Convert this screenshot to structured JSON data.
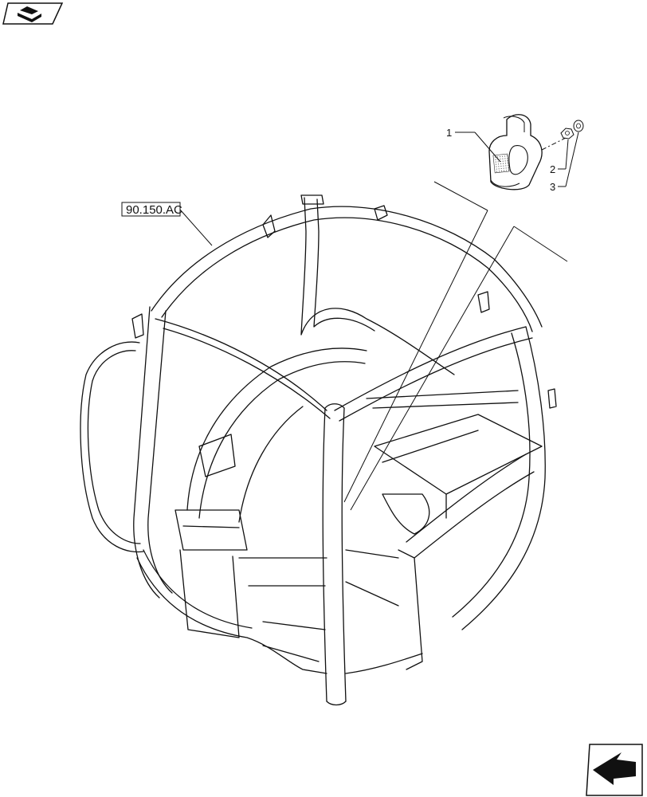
{
  "diagram": {
    "reference_label": "90.150.AC",
    "callouts": [
      {
        "number": "1"
      },
      {
        "number": "2"
      },
      {
        "number": "3"
      }
    ]
  },
  "navigation": {
    "top_icon": "book-icon",
    "bottom_icon": "next-page-arrow-icon"
  }
}
